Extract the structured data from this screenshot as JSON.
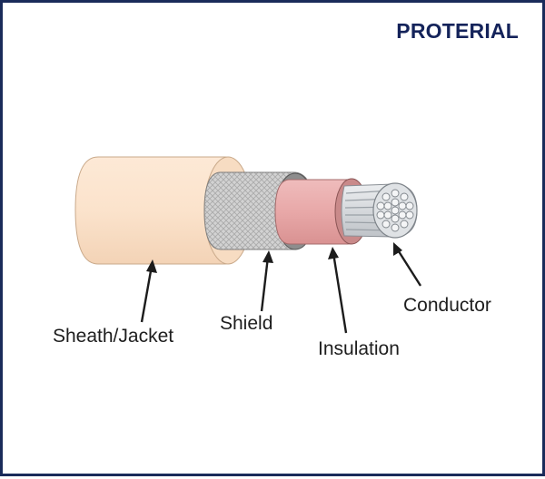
{
  "brand": {
    "name": "PROTERIAL"
  },
  "diagram": {
    "labels": {
      "sheath": "Sheath/Jacket",
      "shield": "Shield",
      "insulation": "Insulation",
      "conductor": "Conductor"
    }
  },
  "colors": {
    "border": "#1a2b5a",
    "brand": "#14235a",
    "sheath": "#fbe4cf",
    "shield": "#cfcfcf",
    "insulation": "#e8a9a9",
    "conductor": "#d9dce0"
  }
}
